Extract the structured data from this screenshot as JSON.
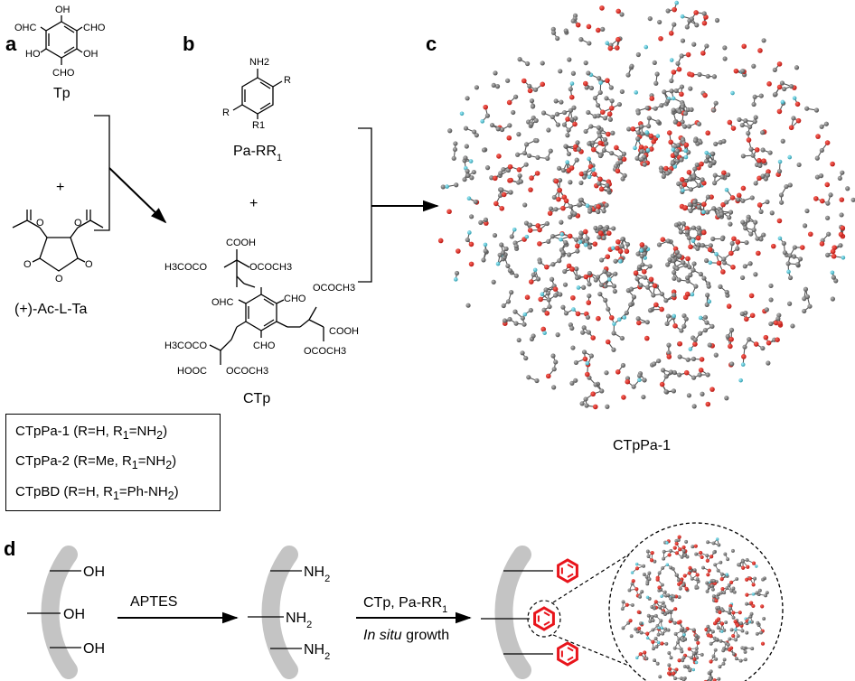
{
  "panels": {
    "a": {
      "letter": "a",
      "tp_label": "Tp",
      "plus": "+",
      "ac_label": "(+)-Ac-L-Ta",
      "tp_groups": [
        "OH",
        "OHC",
        "CHO",
        "HO",
        "OH",
        "CHO"
      ],
      "ta_groups": [
        "O",
        "O",
        "O",
        "O",
        "O"
      ]
    },
    "b": {
      "letter": "b",
      "pa_label_main": "Pa-RR",
      "pa_label_sub": "1",
      "plus": "+",
      "ctp_label": "CTp",
      "pa_groups": {
        "nh2": "NH2",
        "r_right": "R",
        "r_left": "R",
        "r1": "R1"
      },
      "ctp_groups": {
        "cooh_top": "COOH",
        "acetoxy_left": "H3COCO",
        "acetoxy_right": "OCOCH3",
        "ohc": "OHC",
        "cho_top": "CHO",
        "cho_bottom": "CHO",
        "right_acetoxy": "OCOCH3",
        "right_cooh": "COOH",
        "right_acetoxy2": "OCOCH3",
        "bottom_acetoxy": "H3COCO",
        "hooc": "HOOC",
        "bottom_acetoxy2": "OCOCH3"
      }
    },
    "c": {
      "letter": "c",
      "label": "CTpPa-1"
    },
    "d": {
      "letter": "d",
      "step1_label": "APTES",
      "step2_label_top": "CTp, Pa-RR",
      "step2_label_top_sub": "1",
      "step2_label_italic": "In situ",
      "step2_label_rest": " growth",
      "oh_labels": [
        "OH",
        "OH",
        "OH"
      ],
      "nh2_labels": [
        "NH",
        "NH",
        "NH"
      ]
    }
  },
  "legend": {
    "items": [
      {
        "pre": "CTpPa-1 (R=H, R",
        "sub1": "1",
        "mid": "=NH",
        "sub2": "2",
        "post": ")"
      },
      {
        "pre": "CTpPa-2 (R=Me, R",
        "sub1": "1",
        "mid": "=NH",
        "sub2": "2",
        "post": ")"
      },
      {
        "pre": "CTpBD (R=H, R",
        "sub1": "1",
        "mid": "=Ph-NH",
        "sub2": "2",
        "post": ")"
      }
    ]
  },
  "colors": {
    "oxygen": "#e0201b",
    "nitrogen": "#3fb7c6",
    "carbon": "#6b6b6b",
    "support": "#c4c4c4",
    "ring_red": "#e8141b"
  }
}
